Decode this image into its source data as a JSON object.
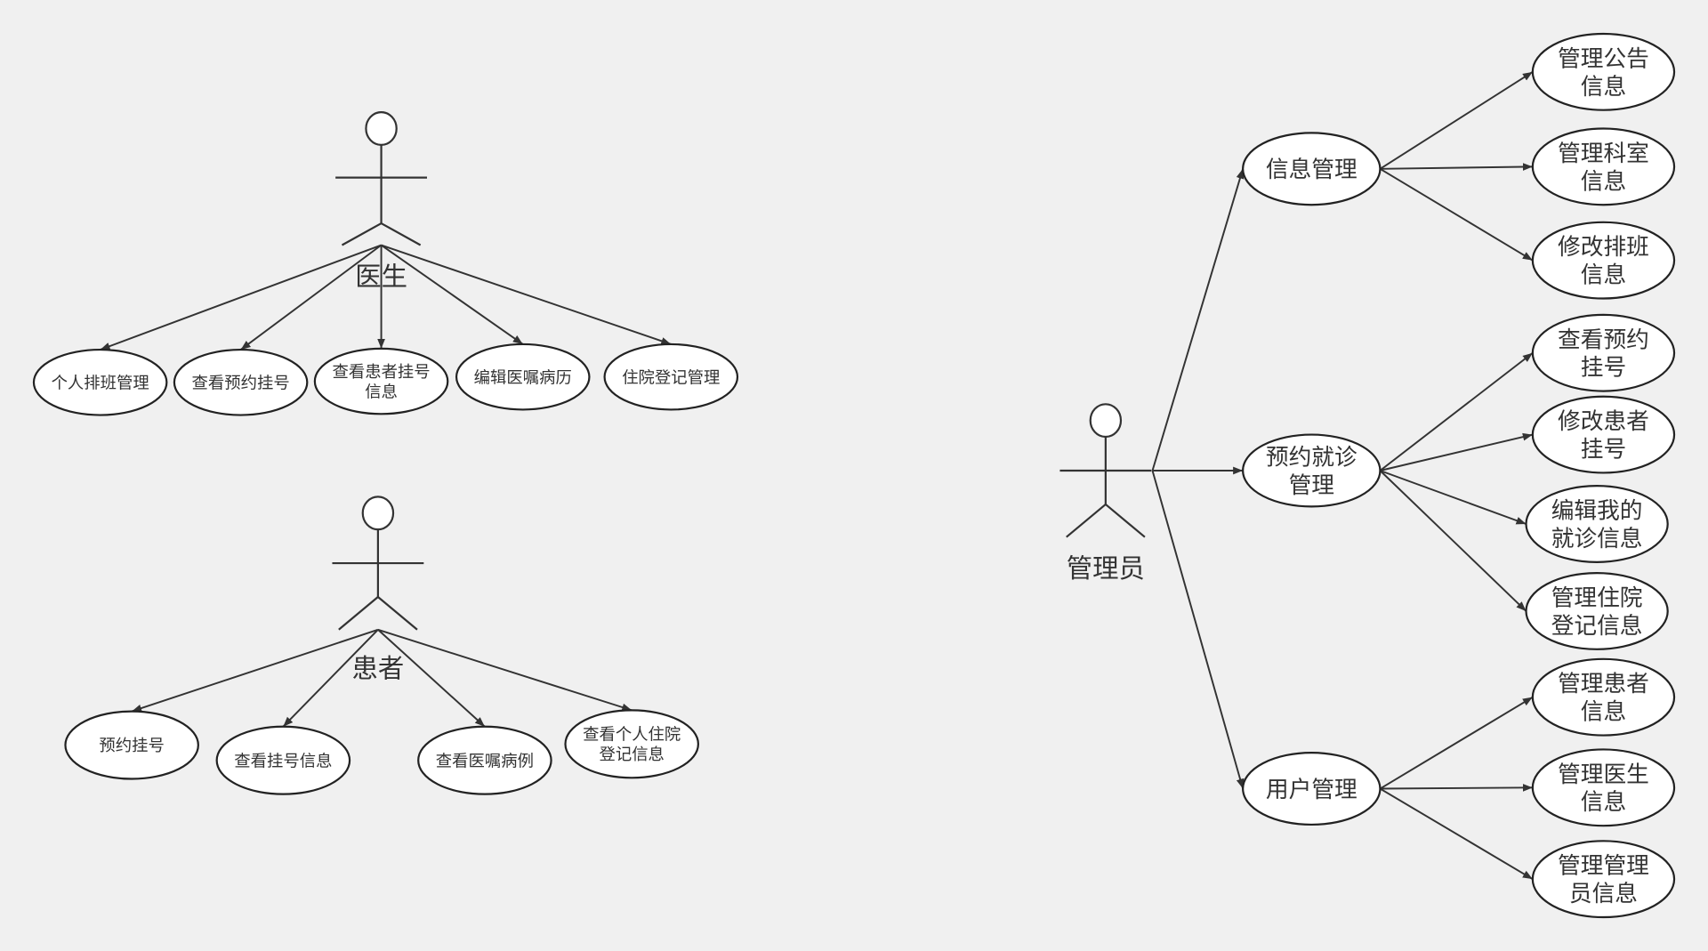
{
  "doctor": {
    "label": "医生",
    "use_cases": [
      [
        "个人排班管理"
      ],
      [
        "查看预约挂号"
      ],
      [
        "查看患者挂号",
        "信息"
      ],
      [
        "编辑医嘱病历"
      ],
      [
        "住院登记管理"
      ]
    ]
  },
  "patient": {
    "label": "患者",
    "use_cases": [
      [
        "预约挂号"
      ],
      [
        "查看挂号信息"
      ],
      [
        "查看医嘱病例"
      ],
      [
        "查看个人住院",
        "登记信息"
      ]
    ]
  },
  "admin": {
    "label": "管理员",
    "groups": [
      {
        "label": [
          "信息管理"
        ],
        "children": [
          [
            "管理公告",
            "信息"
          ],
          [
            "管理科室",
            "信息"
          ],
          [
            "修改排班",
            "信息"
          ]
        ]
      },
      {
        "label": [
          "预约就诊",
          "管理"
        ],
        "children": [
          [
            "查看预约",
            "挂号"
          ],
          [
            "修改患者",
            "挂号"
          ],
          [
            "编辑我的",
            "就诊信息"
          ],
          [
            "管理住院",
            "登记信息"
          ]
        ]
      },
      {
        "label": [
          "用户管理"
        ],
        "children": [
          [
            "管理患者",
            "信息"
          ],
          [
            "管理医生",
            "信息"
          ],
          [
            "管理管理",
            "员信息"
          ]
        ]
      }
    ]
  }
}
